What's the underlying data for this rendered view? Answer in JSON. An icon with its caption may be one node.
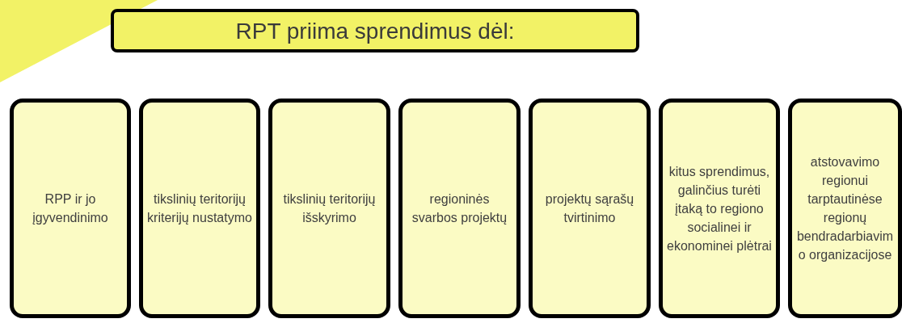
{
  "diagram": {
    "nodes": [
      {
        "text": [
          "RPT priima sprendimus dėl:"
        ]
      },
      {
        "text": [
          "RPP ir jo įgyvendinimo"
        ]
      },
      {
        "text": [
          "tikslinių teritorijų kriterijų nustatymo"
        ]
      },
      {
        "text": [
          "tikslinių teritorijų išskyrimo"
        ]
      },
      {
        "text": [
          "regioninės svarbos projektų"
        ]
      },
      {
        "text": [
          "projektų sąrašų tvirtinimo"
        ]
      },
      {
        "text": [
          "kitus sprendimus, galinčius turėti įtaką to regiono socialinei ir ekonominei plėtrai"
        ]
      },
      {
        "text": [
          "atstovavimo regionui tarptautinėse regionų bendradarbiavimo organizacijose"
        ]
      }
    ]
  }
}
